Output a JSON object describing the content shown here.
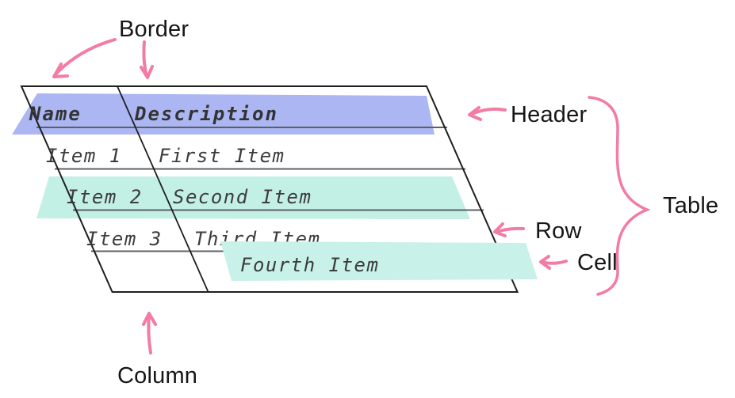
{
  "annotations": {
    "border": "Border",
    "header": "Header",
    "table": "Table",
    "row": "Row",
    "cell": "Cell",
    "column": "Column"
  },
  "table": {
    "columns": [
      "Name",
      "Description"
    ],
    "rows": [
      {
        "name": "Item 1",
        "description": "First Item"
      },
      {
        "name": "Item 2",
        "description": "Second Item"
      },
      {
        "name": "Item 3",
        "description": "Third Item"
      },
      {
        "name": "",
        "description": "Fourth Item"
      }
    ],
    "highlighted_header": "Name / Description",
    "highlighted_row": "Item 2 / Second Item",
    "highlighted_cell": "Fourth Item"
  },
  "colors": {
    "accent": "#F27CA3",
    "header_highlight": "#ABB6F2",
    "row_highlight": "#C3F0E5",
    "cell_highlight": "#C7F1E9",
    "line": "#1F1F1F",
    "grid": "#5C6066",
    "ink": "#3C3C3C",
    "ink_strong": "#333333",
    "label_ink": "#161616"
  }
}
